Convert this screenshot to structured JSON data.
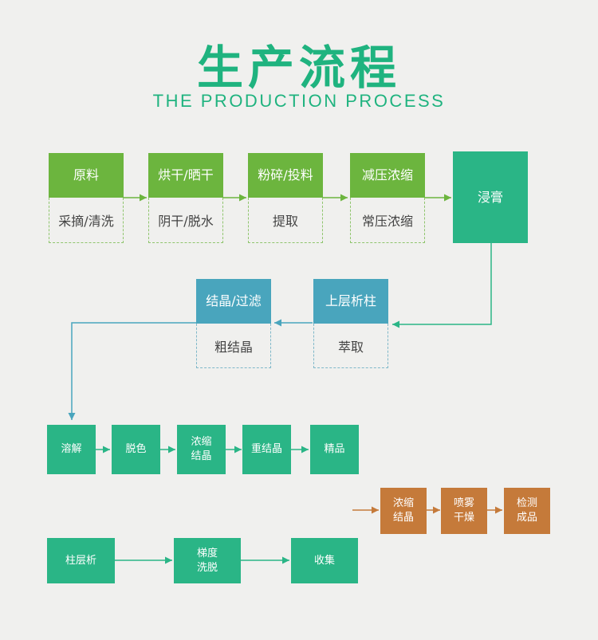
{
  "header": {
    "title": "生产流程",
    "subtitle": "THE PRODUCTION PROCESS"
  },
  "row1": [
    {
      "head": "原料",
      "sub": "采摘/清洗"
    },
    {
      "head": "烘干/晒干",
      "sub": "阴干/脱水"
    },
    {
      "head": "粉碎/投料",
      "sub": "提取"
    },
    {
      "head": "减压浓缩",
      "sub": "常压浓缩"
    }
  ],
  "extract_box": "浸膏",
  "row2": [
    {
      "head": "结晶/过滤",
      "sub": "粗结晶"
    },
    {
      "head": "上层析柱",
      "sub": "萃取"
    }
  ],
  "row3": [
    "溶解",
    "脱色",
    "浓缩\n结晶",
    "重结晶",
    "精品"
  ],
  "row4": [
    "浓缩\n结晶",
    "喷雾\n干燥",
    "检测\n成品"
  ],
  "row5": [
    "柱层析",
    "梯度\n洗脱",
    "收集"
  ],
  "colors": {
    "title": "#1fb37f",
    "green": "#6cb53e",
    "teal": "#2ab586",
    "blue": "#49a5bd",
    "brown": "#c57a3a"
  }
}
